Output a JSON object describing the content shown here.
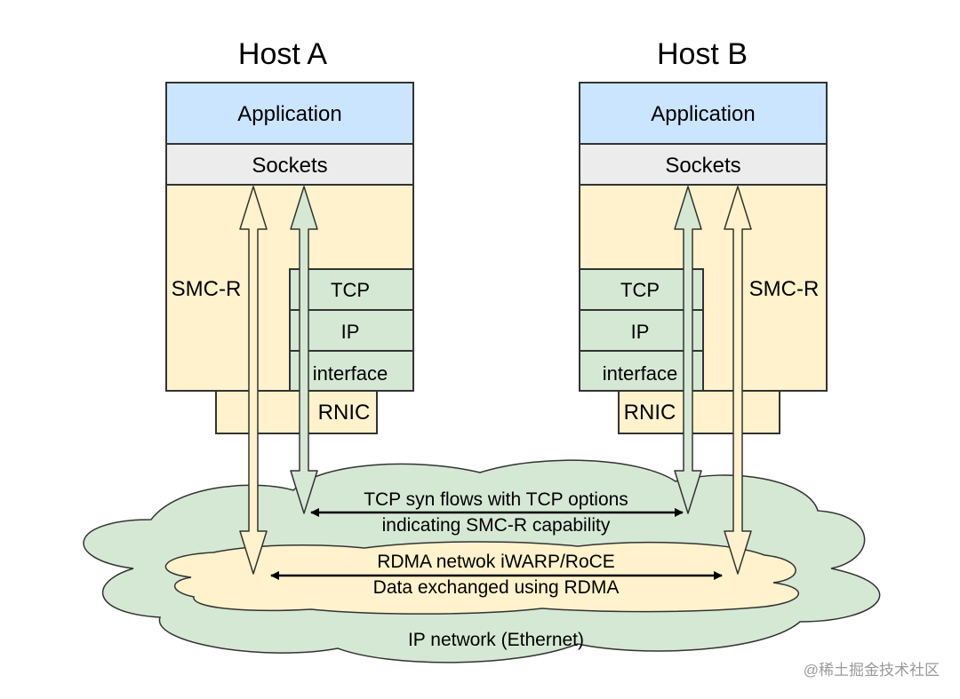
{
  "colors": {
    "application": "#cce5ff",
    "sockets": "#ececec",
    "smc": "#fff2cc",
    "tcpip": "#d5e8d4",
    "cloud": "#d5e8d4",
    "rdma_cloud": "#fff2cc",
    "stroke": "#333333"
  },
  "host_a": {
    "title": "Host A",
    "application": "Application",
    "sockets": "Sockets",
    "smc": "SMC-R",
    "tcp": "TCP",
    "ip": "IP",
    "interface": "interface",
    "rnic": "RNIC"
  },
  "host_b": {
    "title": "Host B",
    "application": "Application",
    "sockets": "Sockets",
    "smc": "SMC-R",
    "tcp": "TCP",
    "ip": "IP",
    "interface": "interface",
    "rnic": "RNIC"
  },
  "network": {
    "tcp_line1": "TCP syn flows with TCP options",
    "tcp_line2": "indicating SMC-R capability",
    "rdma_line1": "RDMA netwok iWARP/RoCE",
    "rdma_line2": "Data exchanged using RDMA",
    "ip_network": "IP network (Ethernet)"
  },
  "watermark": "@稀土掘金技术社区"
}
